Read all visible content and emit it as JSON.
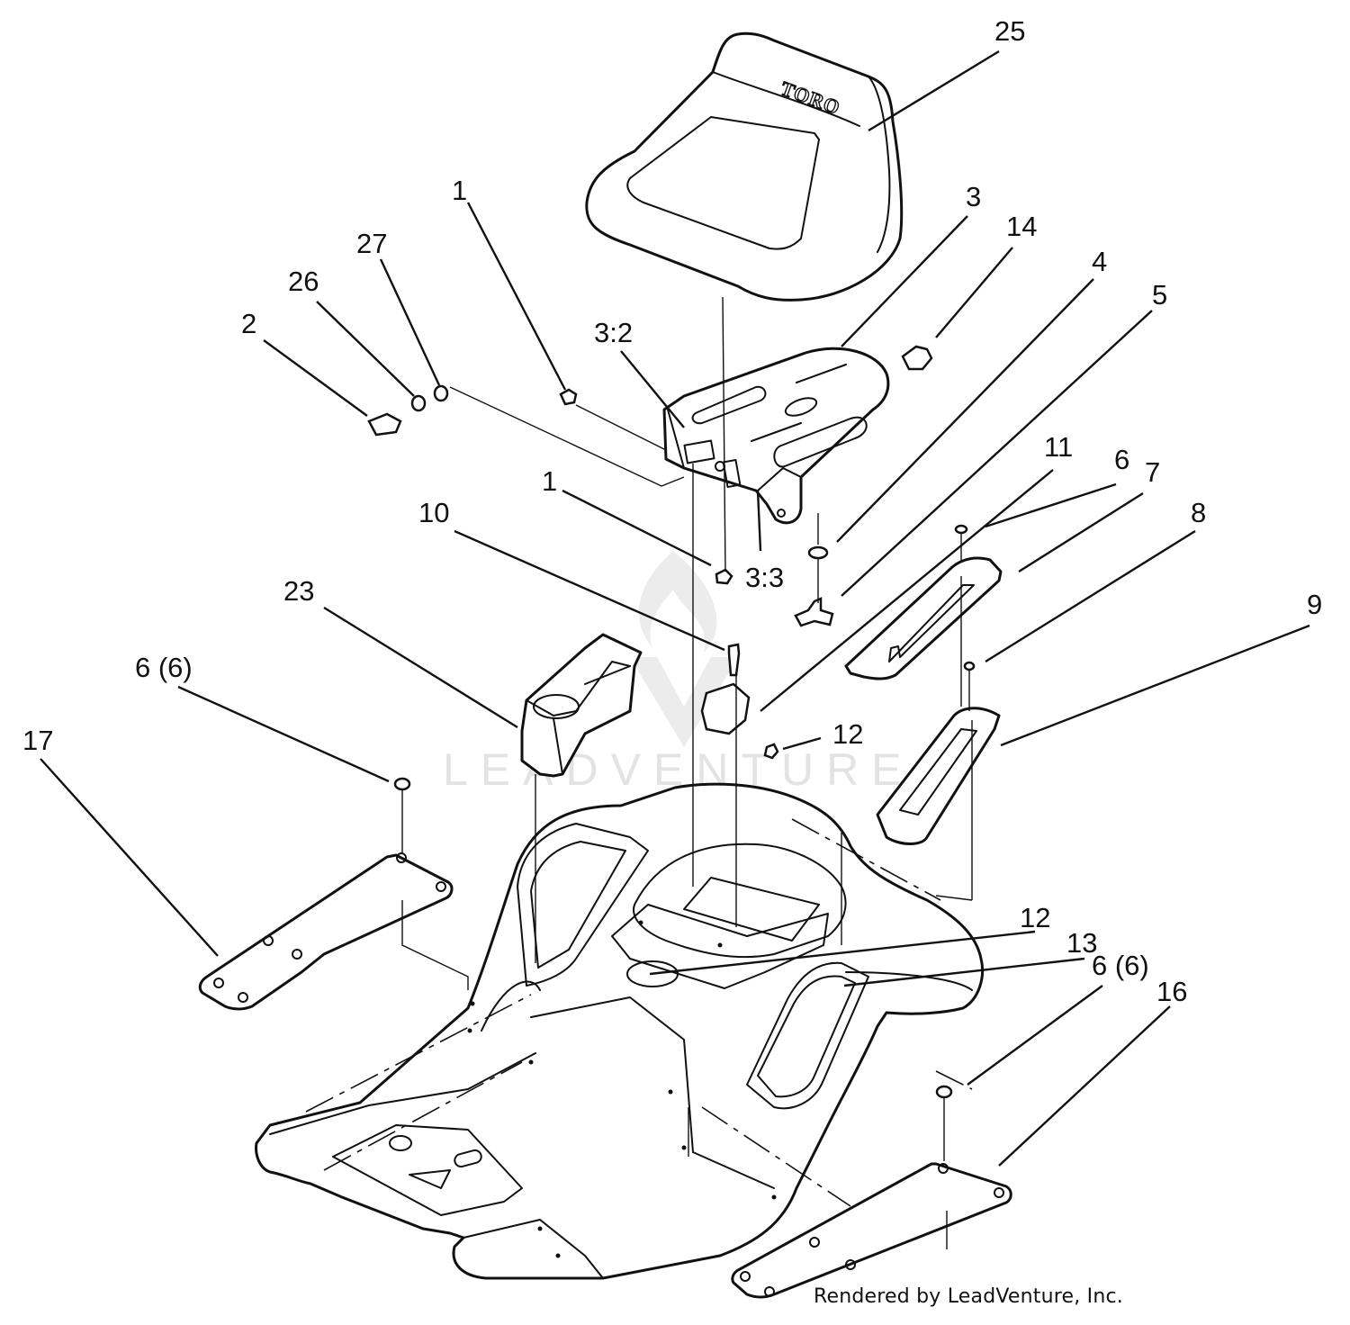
{
  "diagram": {
    "brand_text": "TORO",
    "watermark": "LEADVENTURE",
    "credit": "Rendered by LeadVenture, Inc.",
    "callouts": [
      "25",
      "1",
      "27",
      "26",
      "2",
      "3",
      "14",
      "4",
      "5",
      "3:2",
      "1",
      "3:3",
      "11",
      "6",
      "7",
      "8",
      "10",
      "23",
      "9",
      "6 (6)",
      "12",
      "17",
      "12",
      "13",
      "6 (6)",
      "16"
    ]
  }
}
